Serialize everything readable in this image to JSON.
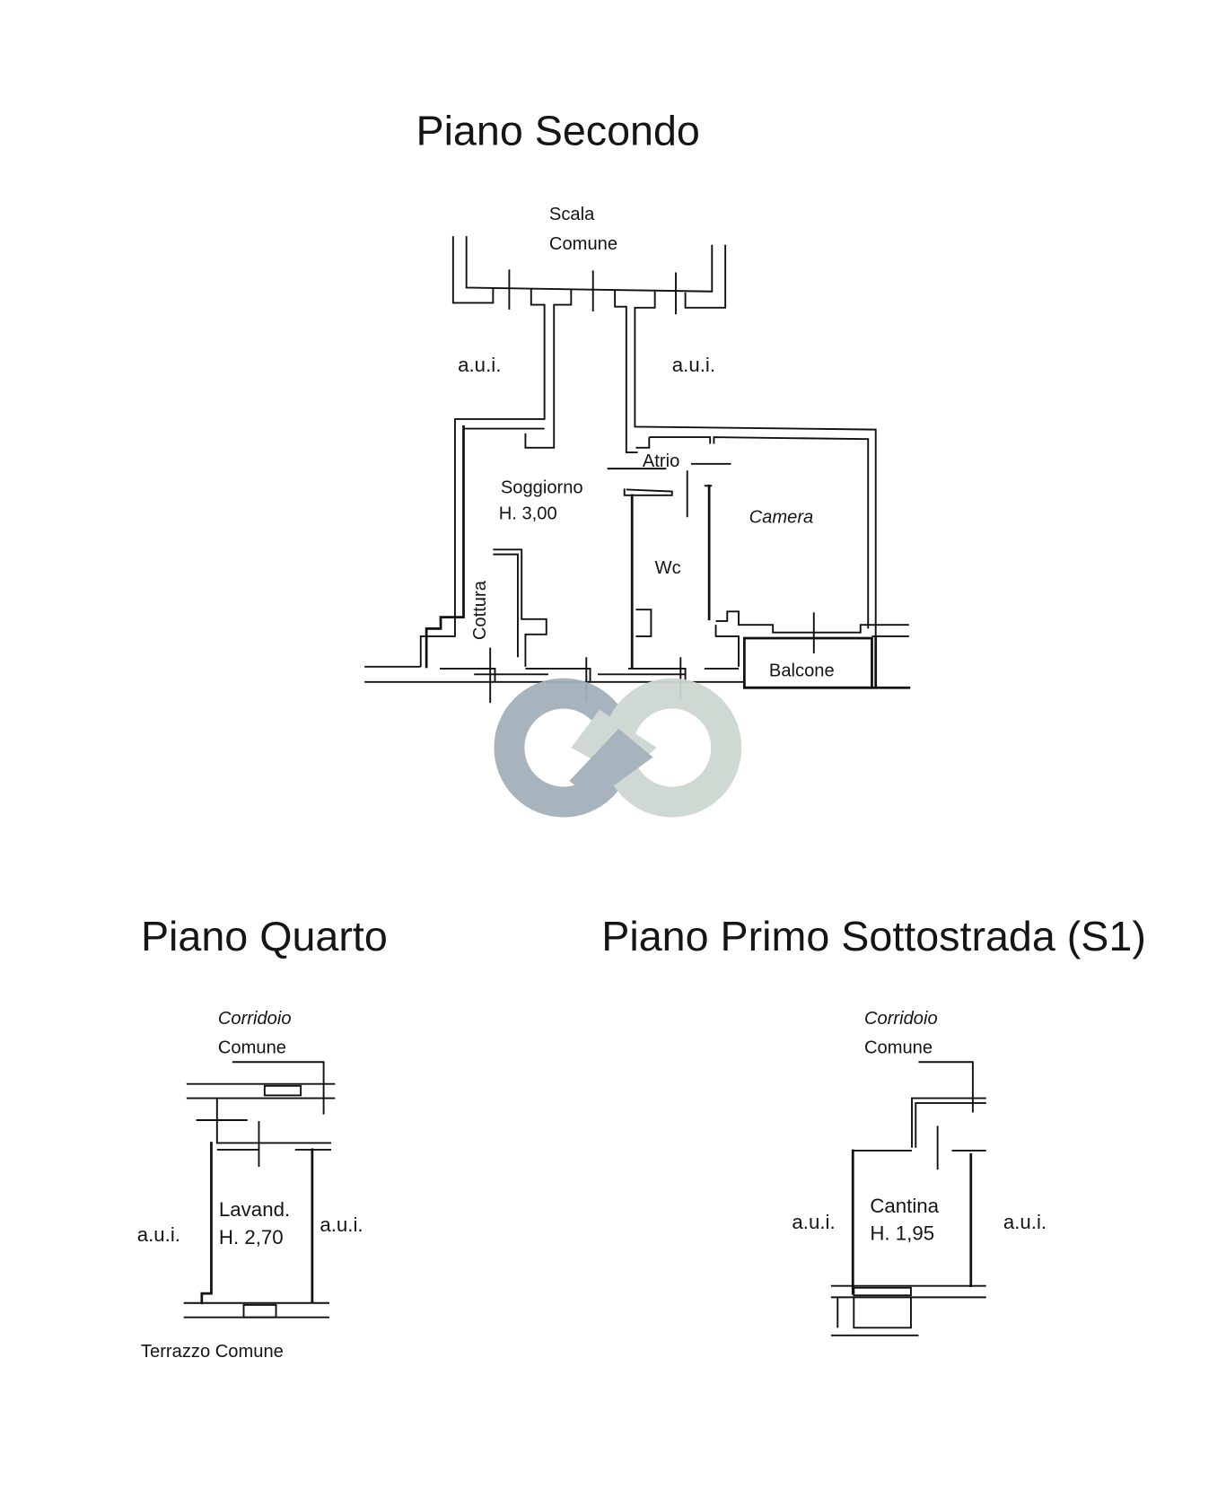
{
  "document": {
    "type": "floor plan",
    "watermark": {
      "icon": "infinity-logo-icon",
      "colors": {
        "left_ring": "#a3b1bb",
        "right_ring": "#cdd6d0"
      }
    }
  },
  "plans": {
    "second_floor": {
      "title": "Piano Secondo",
      "labels": {
        "stair_line1": "Scala",
        "stair_line2": "Comune",
        "aui_left": "a.u.i.",
        "aui_right": "a.u.i.",
        "atrio": "Atrio",
        "living": "Soggiorno",
        "living_height": "H. 3,00",
        "kitchen": "Cottura",
        "wc": "Wc",
        "bedroom": "Camera",
        "balcony": "Balcone"
      }
    },
    "fourth_floor": {
      "title": "Piano Quarto",
      "labels": {
        "corridor_line1": "Corridoio",
        "corridor_line2": "Comune",
        "room": "Lavand.",
        "room_height": "H. 2,70",
        "aui_left": "a.u.i.",
        "aui_right": "a.u.i.",
        "terrace": "Terrazzo Comune"
      }
    },
    "basement": {
      "title": "Piano Primo Sottostrada (S1)",
      "labels": {
        "corridor_line1": "Corridoio",
        "corridor_line2": "Comune",
        "room": "Cantina",
        "room_height": "H. 1,95",
        "aui_left": "a.u.i.",
        "aui_right": "a.u.i."
      }
    }
  }
}
